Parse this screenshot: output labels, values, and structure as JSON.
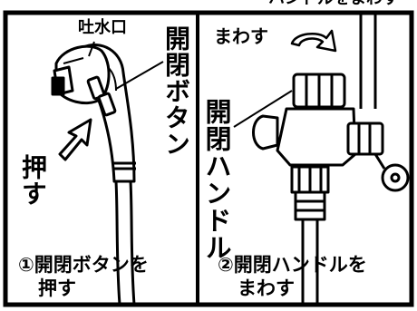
{
  "top_cut_text": "ハンドルをまわす",
  "left_panel": {
    "spout_label": "吐水口",
    "button_label": "開閉ボタン",
    "push_label": "押す",
    "caption_line1": "①開閉ボタンを",
    "caption_line2": "押す"
  },
  "right_panel": {
    "turn_label": "まわす",
    "handle_label": "開閉ハンドル",
    "caption_line1": "②開閉ハンドルを",
    "caption_line2": "まわす"
  }
}
